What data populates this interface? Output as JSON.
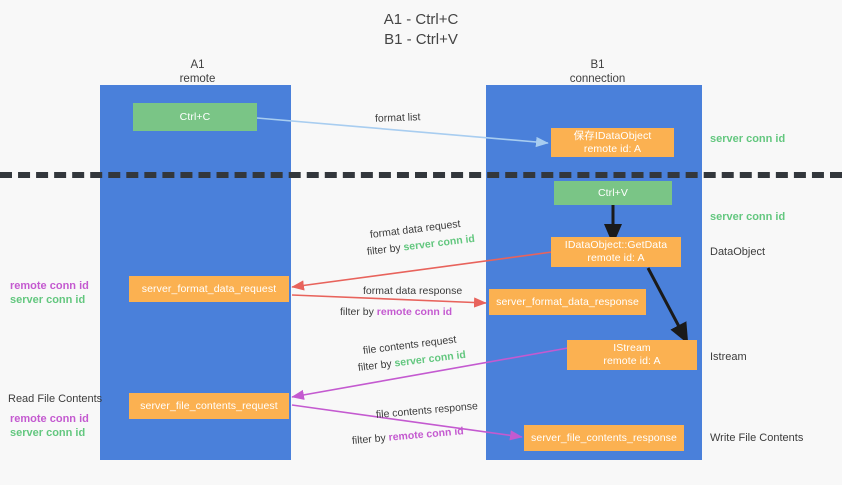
{
  "title": "A1 - Ctrl+C\nB1 - Ctrl+V",
  "colors": {
    "lane": "#4a80da",
    "green_node": "#7ac586",
    "orange_node": "#fbb151",
    "server_conn": "#63c77f",
    "remote_conn": "#c45ad0",
    "background": "#f8f8f8",
    "dashed_line": "#33373c",
    "arrow_format_list": "#a8cdf0",
    "arrow_format_data": "#e8635c",
    "arrow_file_contents": "#c45ad0",
    "arrow_black": "#1a1a1a"
  },
  "columns": [
    {
      "name": "A1",
      "sub": "remote",
      "label": "A1\nremote"
    },
    {
      "name": "B1",
      "sub": "connection",
      "label": "B1\nconnection"
    }
  ],
  "nodes": {
    "ctrl_c": {
      "line1": "Ctrl+C",
      "line2": "",
      "kind": "green"
    },
    "save_idataobject": {
      "line1": "保存IDataObject",
      "line2": "remote id: A",
      "kind": "orange"
    },
    "ctrl_v": {
      "line1": "Ctrl+V",
      "line2": "",
      "kind": "green"
    },
    "getdata": {
      "line1": "IDataObject::GetData",
      "line2": "remote id: A",
      "kind": "orange"
    },
    "server_format_data_request": {
      "line1": "server_format_data_request",
      "line2": "",
      "kind": "orange"
    },
    "server_format_data_response": {
      "line1": "server_format_data_response",
      "line2": "",
      "kind": "orange"
    },
    "istream": {
      "line1": "IStream",
      "line2": "remote id: A",
      "kind": "orange"
    },
    "server_file_contents_request": {
      "line1": "server_file_contents_request",
      "line2": "",
      "kind": "orange"
    },
    "server_file_contents_response": {
      "line1": "server_file_contents_response",
      "line2": "",
      "kind": "orange"
    }
  },
  "edge_labels": {
    "format_list": "format list",
    "format_data_request": "format data request",
    "format_data_request_filter_prefix": "filter by ",
    "format_data_request_filter_value": "server conn id",
    "format_data_response": "format data response",
    "format_data_response_filter_prefix": "filter by ",
    "format_data_response_filter_value": "remote conn id",
    "file_contents_request": "file contents request",
    "file_contents_request_filter_prefix": "filter by ",
    "file_contents_request_filter_value": "server conn id",
    "file_contents_response": "file contents response",
    "file_contents_response_filter_prefix": "filter by ",
    "file_contents_response_filter_value": "remote conn id"
  },
  "annotations": {
    "right_server_conn_top": "server conn id",
    "right_server_conn_mid": "server conn id",
    "right_dataobject": "DataObject",
    "right_istream": "Istream",
    "right_write_file_contents": "Write File Contents",
    "left_remote_conn_1": "remote conn id",
    "left_server_conn_1": "server conn id",
    "left_read_file_contents": "Read File Contents",
    "left_remote_conn_2": "remote conn id",
    "left_server_conn_2": "server conn id"
  }
}
